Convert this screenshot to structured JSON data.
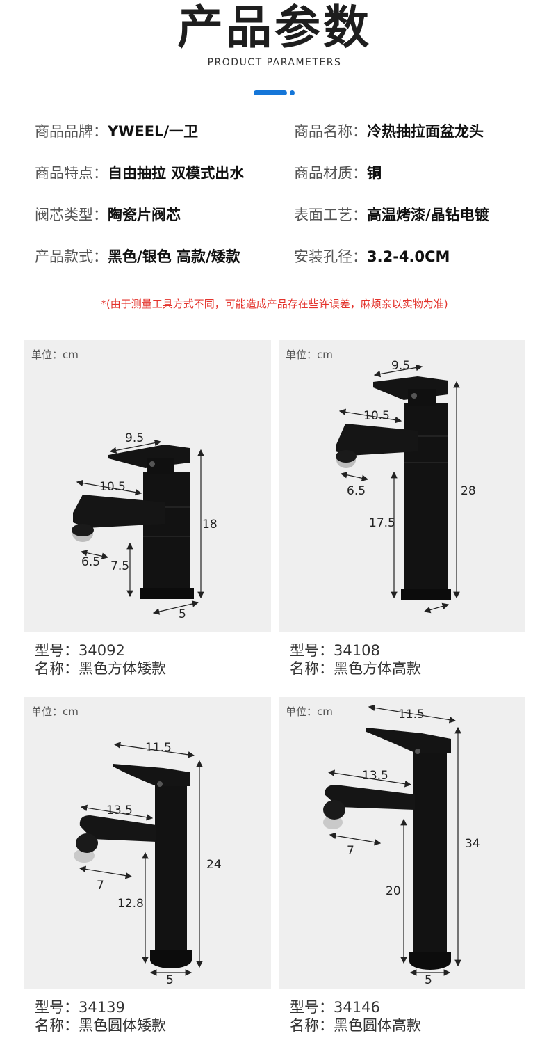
{
  "header": {
    "title": "产品参数",
    "subtitle": "PRODUCT PARAMETERS"
  },
  "params": [
    {
      "label": "商品品牌：",
      "value": "YWEEL/一卫"
    },
    {
      "label": "商品名称：",
      "value": "冷热抽拉面盆龙头"
    },
    {
      "label": "商品特点：",
      "value": "自由抽拉 双模式出水"
    },
    {
      "label": "商品材质：",
      "value": "铜"
    },
    {
      "label": "阀芯类型：",
      "value": "陶瓷片阀芯"
    },
    {
      "label": "表面工艺：",
      "value": "高温烤漆/晶钻电镀"
    },
    {
      "label": "产品款式：",
      "value": "黑色/银色 高款/矮款"
    },
    {
      "label": "安装孔径：",
      "value": "3.2-4.0CM"
    }
  ],
  "note": "*(由于测量工具方式不同，可能造成产品存在些许误差，麻烦亲以实物为准)",
  "products": [
    {
      "unit": "单位：cm",
      "model": "型号：34092",
      "name": "名称：黑色方体矮款",
      "dims": [
        "9.5",
        "10.5",
        "18",
        "6.5",
        "7.5",
        "5"
      ]
    },
    {
      "unit": "单位：cm",
      "model": "型号：34108",
      "name": "名称：黑色方体高款",
      "dims": [
        "9.5",
        "10.5",
        "28",
        "6.5",
        "17.5"
      ]
    },
    {
      "unit": "单位：cm",
      "model": "型号：34139",
      "name": "名称：黑色圆体矮款",
      "dims": [
        "11.5",
        "13.5",
        "24",
        "7",
        "12.8",
        "5"
      ]
    },
    {
      "unit": "单位：cm",
      "model": "型号：34146",
      "name": "名称：黑色圆体高款",
      "dims": [
        "11.5",
        "13.5",
        "34",
        "7",
        "20",
        "5"
      ]
    }
  ],
  "colors": {
    "accent": "#1576d8",
    "note": "#e3322b",
    "card_bg": "#efefef",
    "faucet": "#121212"
  }
}
